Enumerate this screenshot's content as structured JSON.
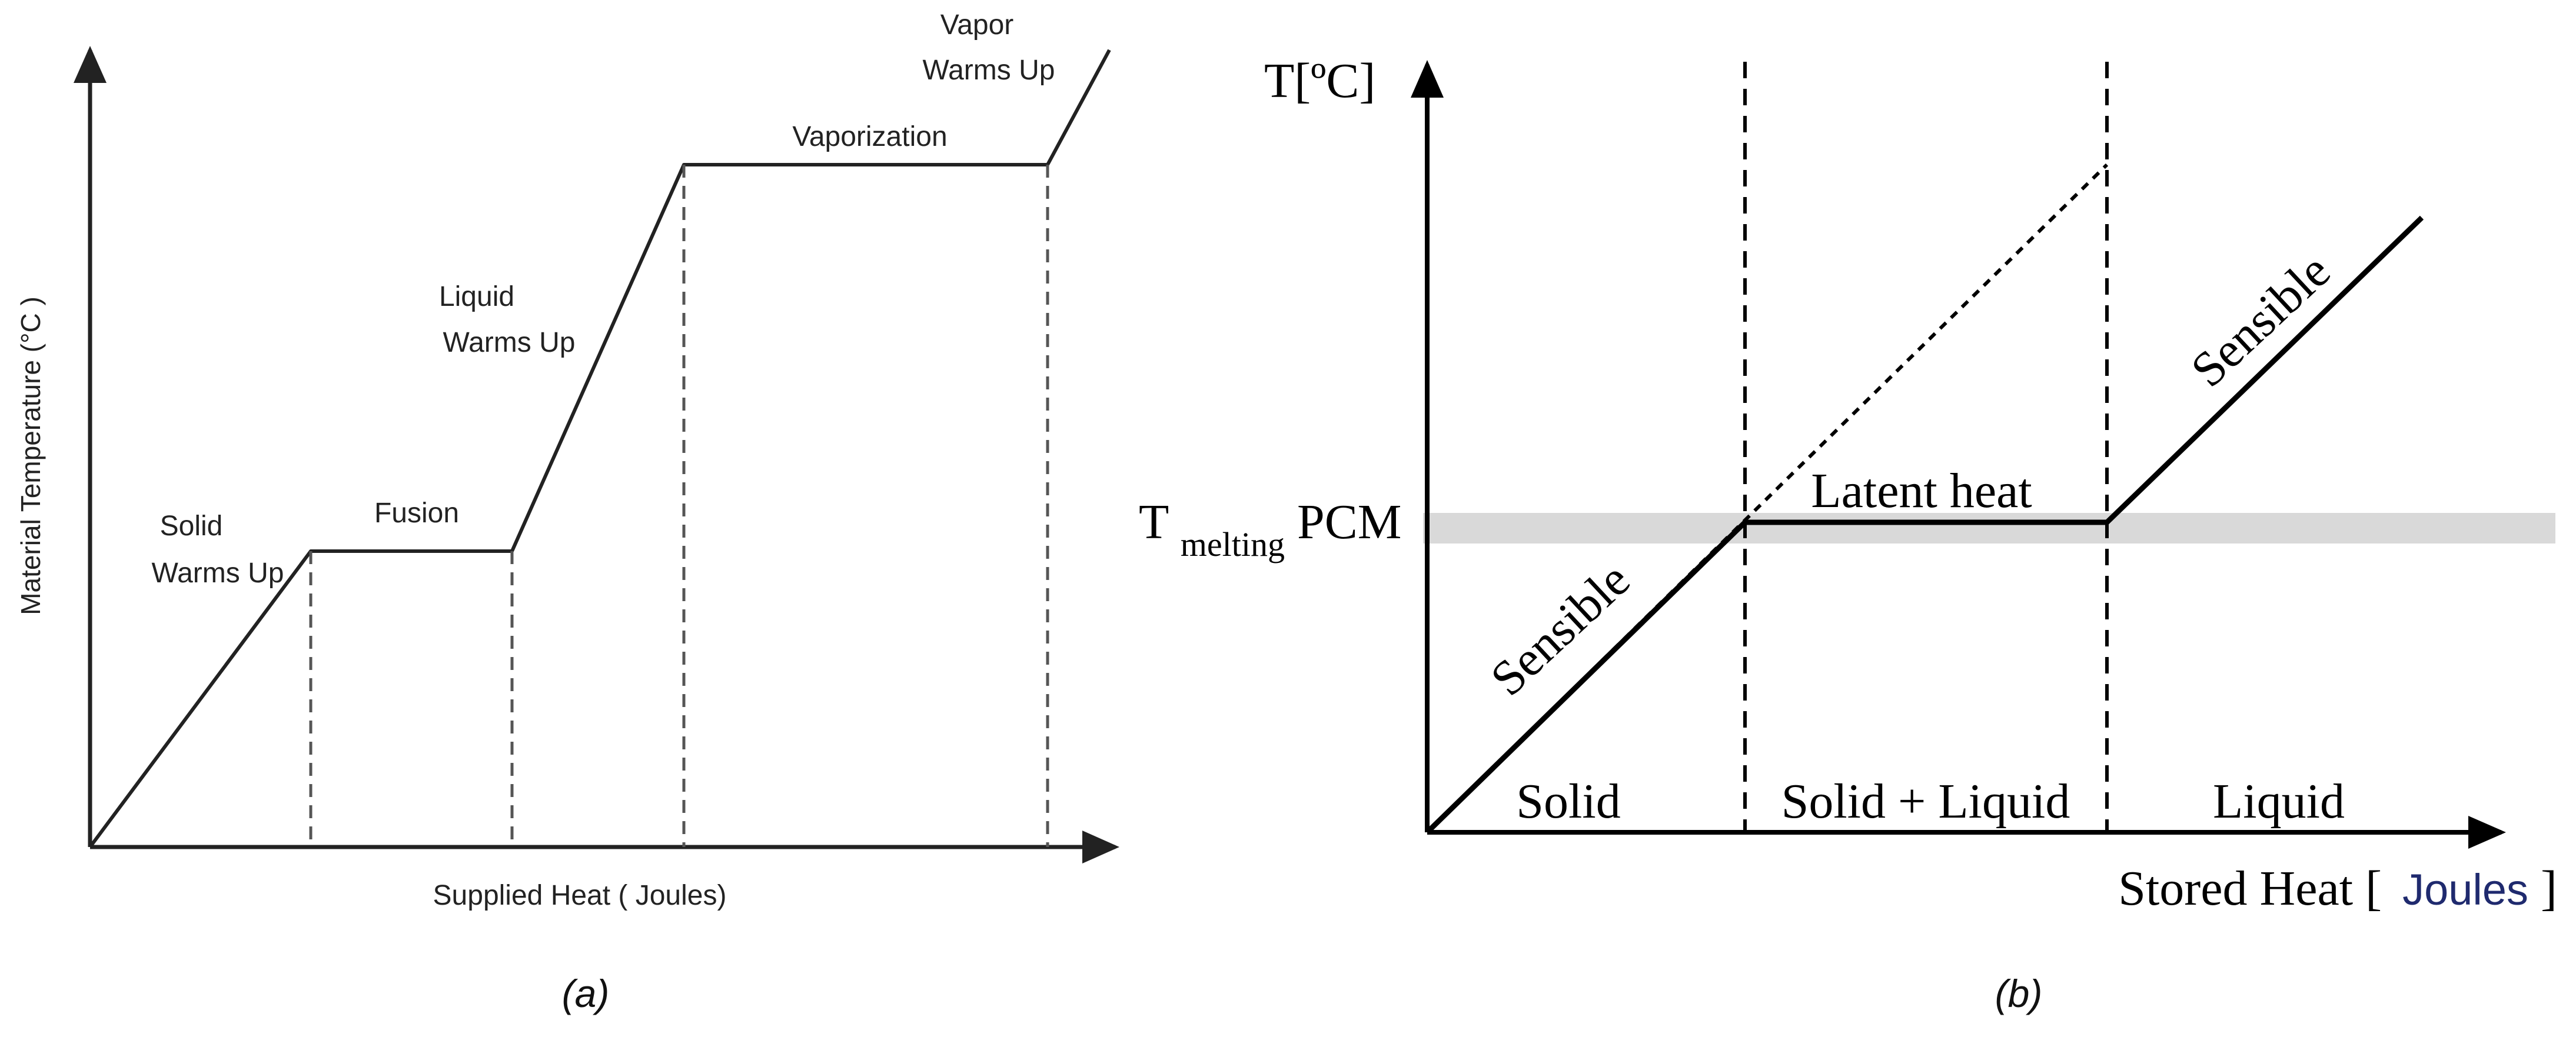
{
  "panel_a": {
    "caption": "(a)",
    "y_axis_label": "Material Temperature  (°C )",
    "x_axis_label": "Supplied Heat ( Joules)",
    "stages": [
      {
        "label_lines": [
          "Solid",
          "Warms Up"
        ]
      },
      {
        "label_lines": [
          "Fusion"
        ]
      },
      {
        "label_lines": [
          "Liquid",
          "Warms Up"
        ]
      },
      {
        "label_lines": [
          "Vaporization"
        ]
      },
      {
        "label_lines": [
          "Vapor",
          "Warms Up"
        ]
      }
    ]
  },
  "panel_b": {
    "caption": "(b)",
    "y_axis_label": "T[ºC]",
    "melting_label_main": "T",
    "melting_label_sub": "melting",
    "melting_label_rest": " PCM",
    "x_axis_label_prefix": "Stored Heat [",
    "x_axis_label_unit": "Joules",
    "x_axis_label_suffix": " ]",
    "region_labels": [
      "Solid",
      "Solid + Liquid",
      "Liquid"
    ],
    "segment_labels": {
      "sensible_left": "Sensible",
      "latent": "Latent heat",
      "sensible_right": "Sensible"
    },
    "colors": {
      "melting_band": "#d9d9d9",
      "joules_unit": "#1f2a6e"
    }
  }
}
